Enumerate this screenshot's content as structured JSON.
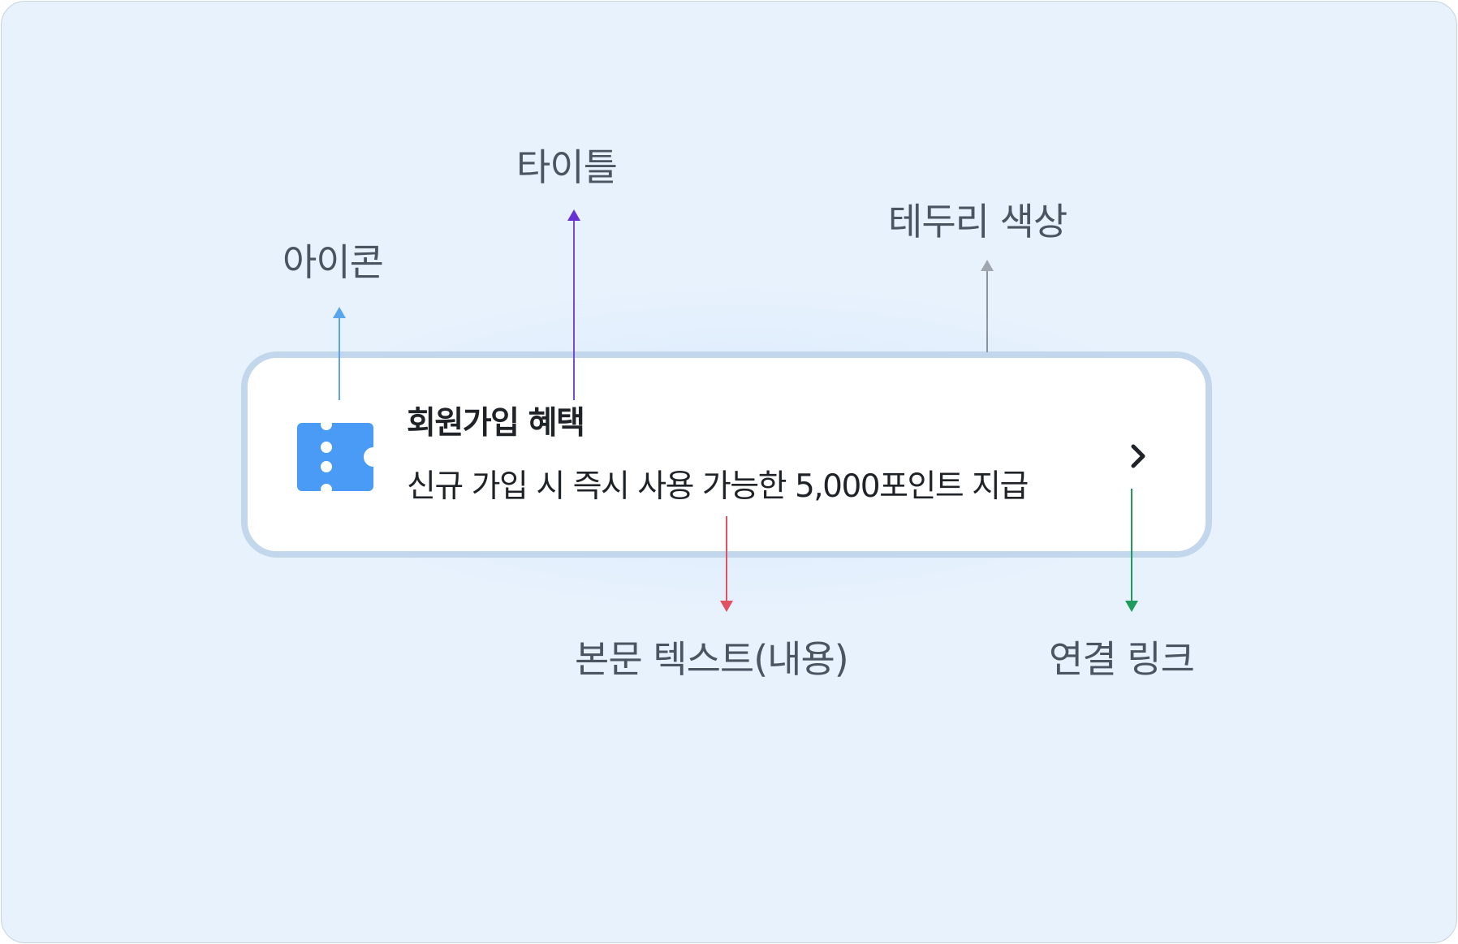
{
  "labels": {
    "icon": "아이콘",
    "title": "타이틀",
    "border_color": "테두리 색상",
    "body_text": "본문 텍스트(내용)",
    "link": "연결 링크"
  },
  "card": {
    "title": "회원가입 혜택",
    "body": "신규 가입 시 즉시 사용 가능한 5,000포인트 지급",
    "icon": "ticket-icon",
    "link_icon": "chevron-right-icon"
  },
  "colors": {
    "background": "#e8f2fd",
    "card_border": "#c3d7ec",
    "icon_fill": "#4a9bf5",
    "arrow_icon": "#5aa6ee",
    "arrow_title": "#6a2fd0",
    "arrow_border": "#8c939b",
    "arrow_body": "#e05260",
    "arrow_link": "#1f9b5e"
  }
}
